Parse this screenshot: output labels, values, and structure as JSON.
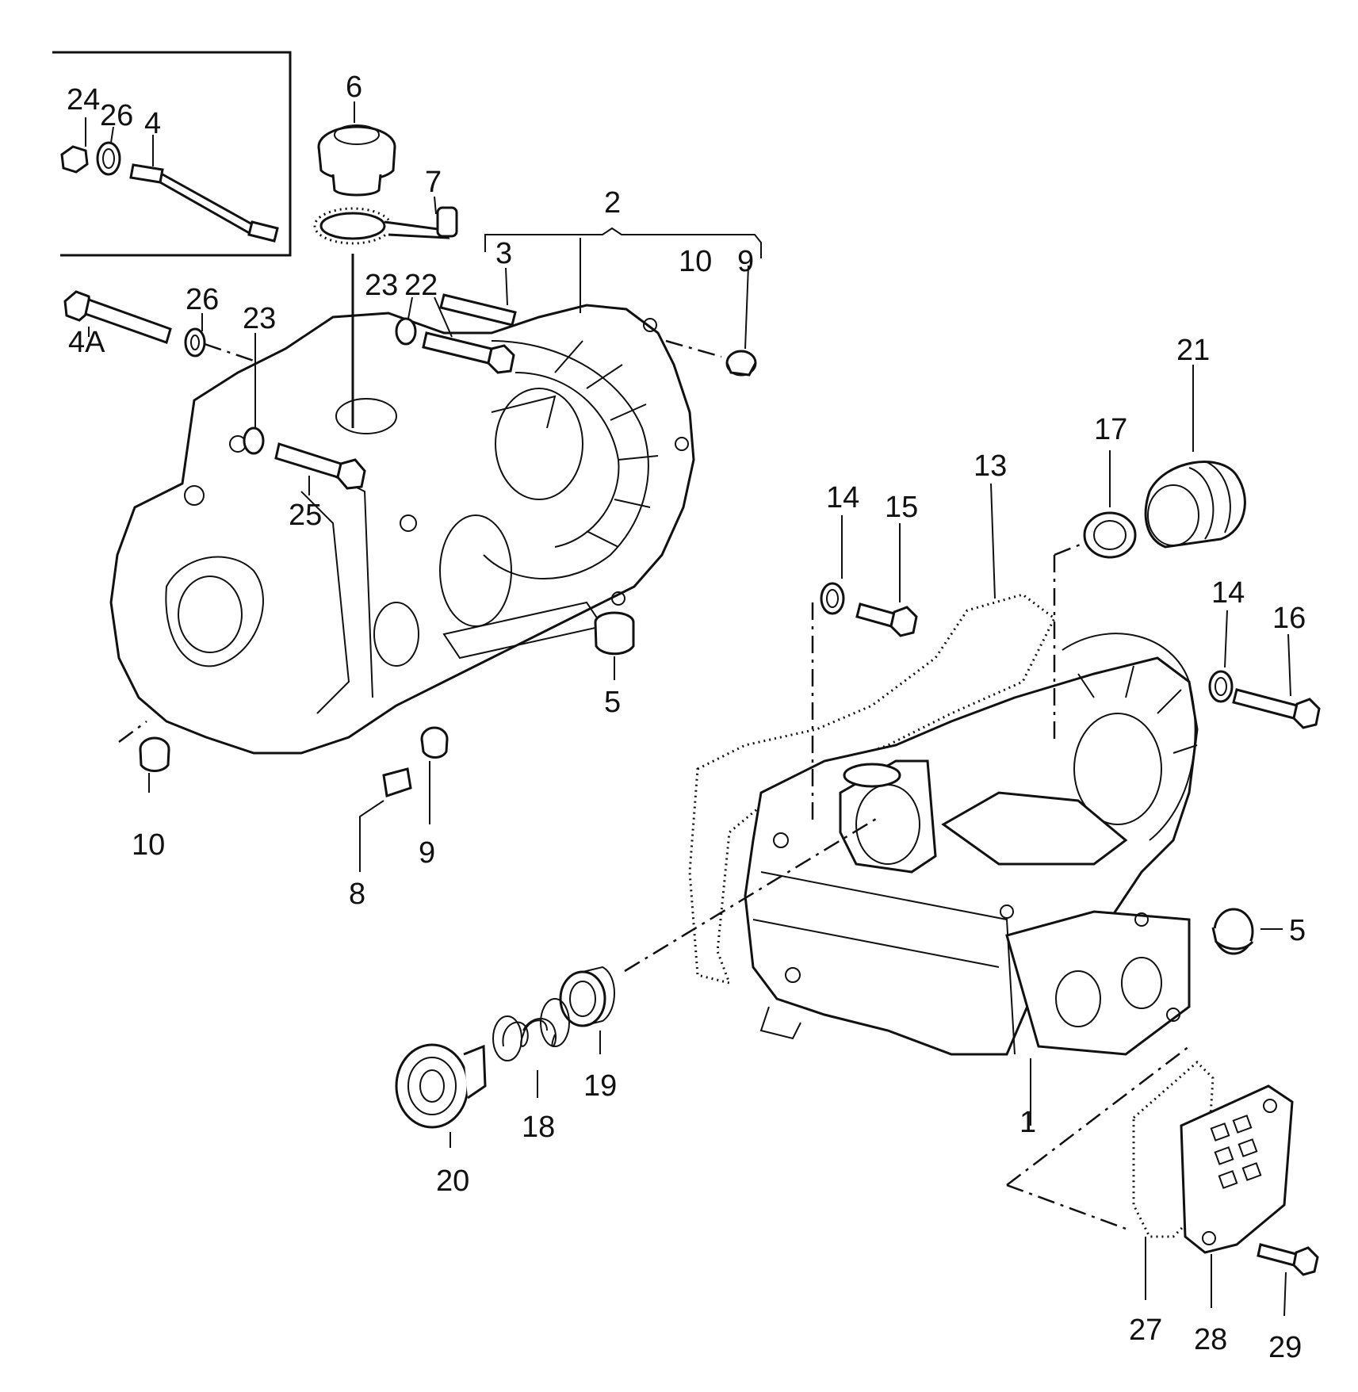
{
  "labels": {
    "l24": "24",
    "l26a": "26",
    "l4": "4",
    "l6": "6",
    "l7": "7",
    "l2": "2",
    "l3": "3",
    "l10a": "10",
    "l9a": "9",
    "l26b": "26",
    "l23a": "23",
    "l22": "22",
    "l23b": "23",
    "l4A": "4A",
    "l25": "25",
    "l21": "21",
    "l17": "17",
    "l13": "13",
    "l14a": "14",
    "l15": "15",
    "l14b": "14",
    "l16": "16",
    "l5a": "5",
    "l10b": "10",
    "l9b": "9",
    "l8": "8",
    "l5b": "5",
    "l19": "19",
    "l18": "18",
    "l20": "20",
    "l1": "1",
    "l27": "27",
    "l28": "28",
    "l29": "29"
  }
}
